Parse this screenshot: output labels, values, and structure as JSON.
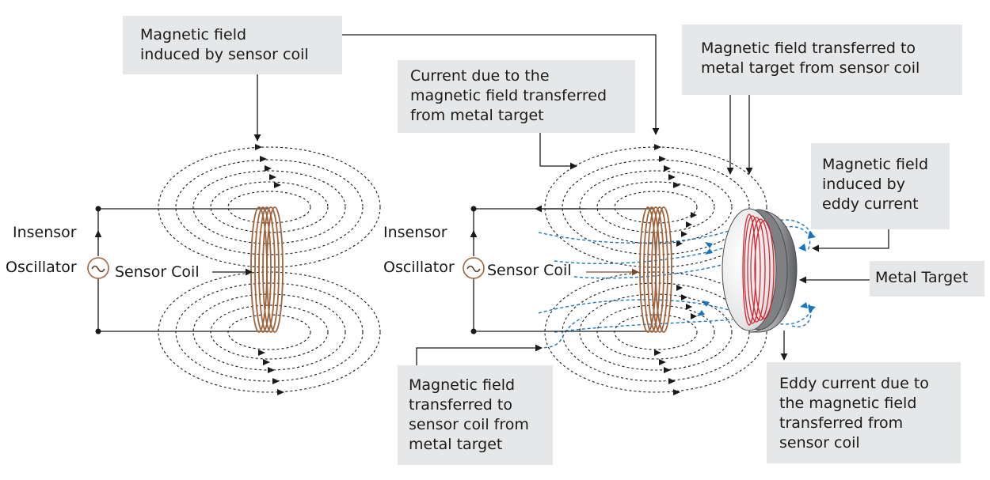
{
  "left_diagram": {
    "callout_top": [
      "Magnetic field",
      "induced by sensor coil"
    ],
    "insensor_label": "Insensor",
    "oscillator_label": "Oscillator",
    "sensor_coil_label": "Sensor Coil"
  },
  "right_diagram": {
    "callout_current": [
      "Current due to the",
      "magnetic field transferred",
      "from metal target"
    ],
    "callout_transfer_to_target": [
      "Magnetic field transferred to",
      "metal target from sensor coil"
    ],
    "callout_eddy_field": [
      "Magnetic field",
      "induced by",
      "eddy current"
    ],
    "callout_metal_target": "Metal Target",
    "callout_transfer_to_coil": [
      "Magnetic field",
      "transferred to",
      "sensor coil from",
      "metal target"
    ],
    "callout_eddy_current": [
      "Eddy current due to",
      "the magnetic field",
      "transferred from",
      "sensor coil"
    ],
    "insensor_label": "Insensor",
    "oscillator_label": "Oscillator",
    "sensor_coil_label": "Sensor Coil"
  },
  "colors": {
    "callout_bg": "#e6e7e8",
    "coil": "#a0643c",
    "eddy_current": "#d9232e",
    "transferred_field": "#1b75bc",
    "wire": "#1a1a1a"
  },
  "icons": [
    "ac-source-icon",
    "arrowhead-icon"
  ]
}
